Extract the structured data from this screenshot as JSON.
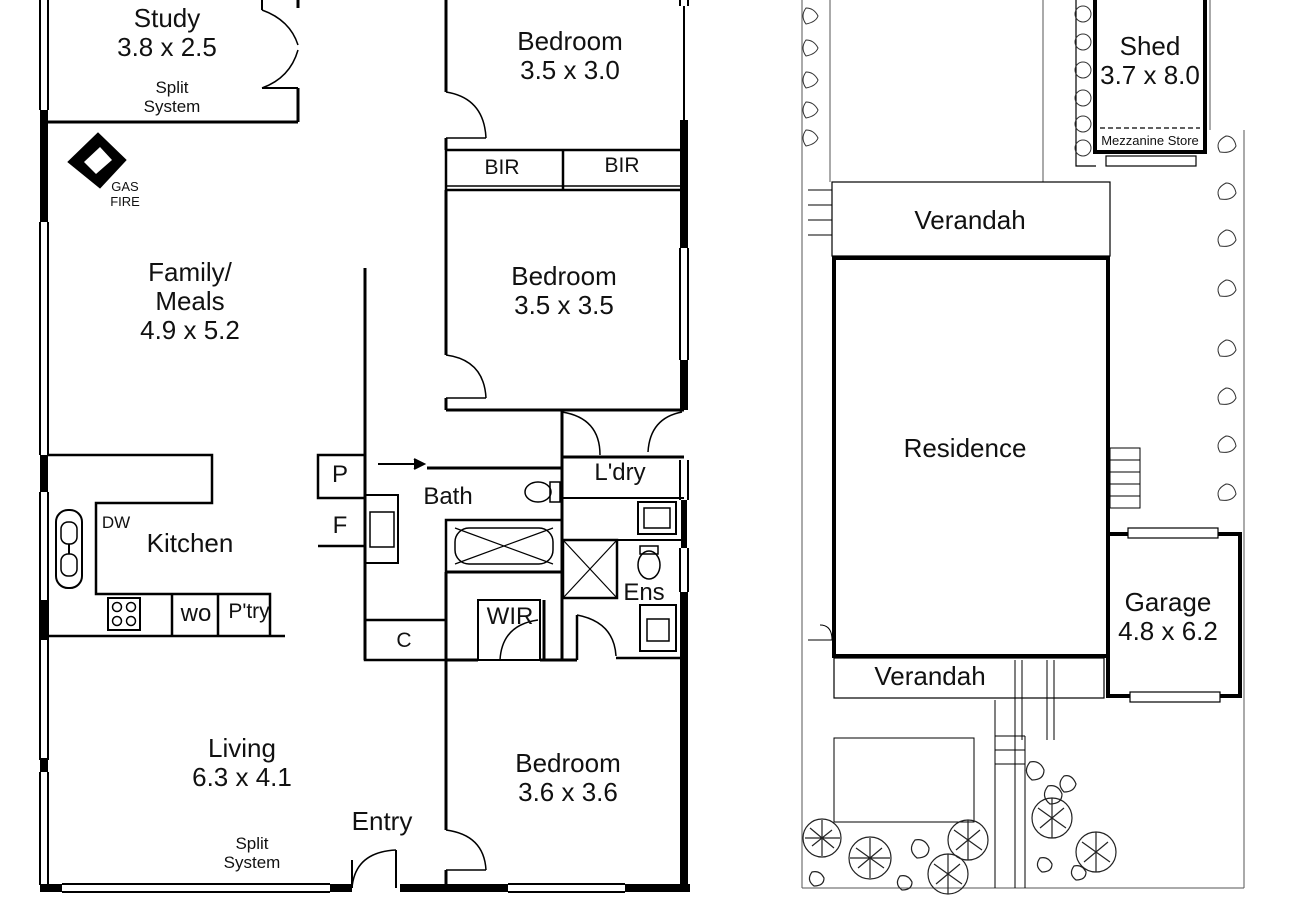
{
  "floor_plan": {
    "study": {
      "name": "Study",
      "size": "3.8 x 2.5",
      "note_line1": "Split",
      "note_line2": "System"
    },
    "gas_fire": {
      "line1": "GAS",
      "line2": "FIRE"
    },
    "family_meals": {
      "line1": "Family/",
      "line2": "Meals",
      "size": "4.9 x 5.2"
    },
    "bedroom_top": {
      "name": "Bedroom",
      "size": "3.5 x 3.0"
    },
    "bir_left": "BIR",
    "bir_right": "BIR",
    "bedroom_middle": {
      "name": "Bedroom",
      "size": "3.5 x 3.5"
    },
    "pantry_p": "P",
    "fridge_f": "F",
    "bath": "Bath",
    "laundry": "L'dry",
    "dw": "DW",
    "kitchen": "Kitchen",
    "wo": "wo",
    "ptry": "P'try",
    "ens": "Ens",
    "wir": "WIR",
    "cupboard_c": "C",
    "living": {
      "name": "Living",
      "size": "6.3 x 4.1",
      "note_line1": "Split",
      "note_line2": "System"
    },
    "entry": "Entry",
    "bedroom_bottom": {
      "name": "Bedroom",
      "size": "3.6 x 3.6"
    }
  },
  "site_plan": {
    "shed": {
      "name": "Shed",
      "size": "3.7 x 8.0"
    },
    "mezzanine": "Mezzanine Store",
    "verandah_top": "Verandah",
    "residence": "Residence",
    "garage": {
      "name": "Garage",
      "size": "4.8 x 6.2"
    },
    "verandah_bottom": "Verandah"
  }
}
